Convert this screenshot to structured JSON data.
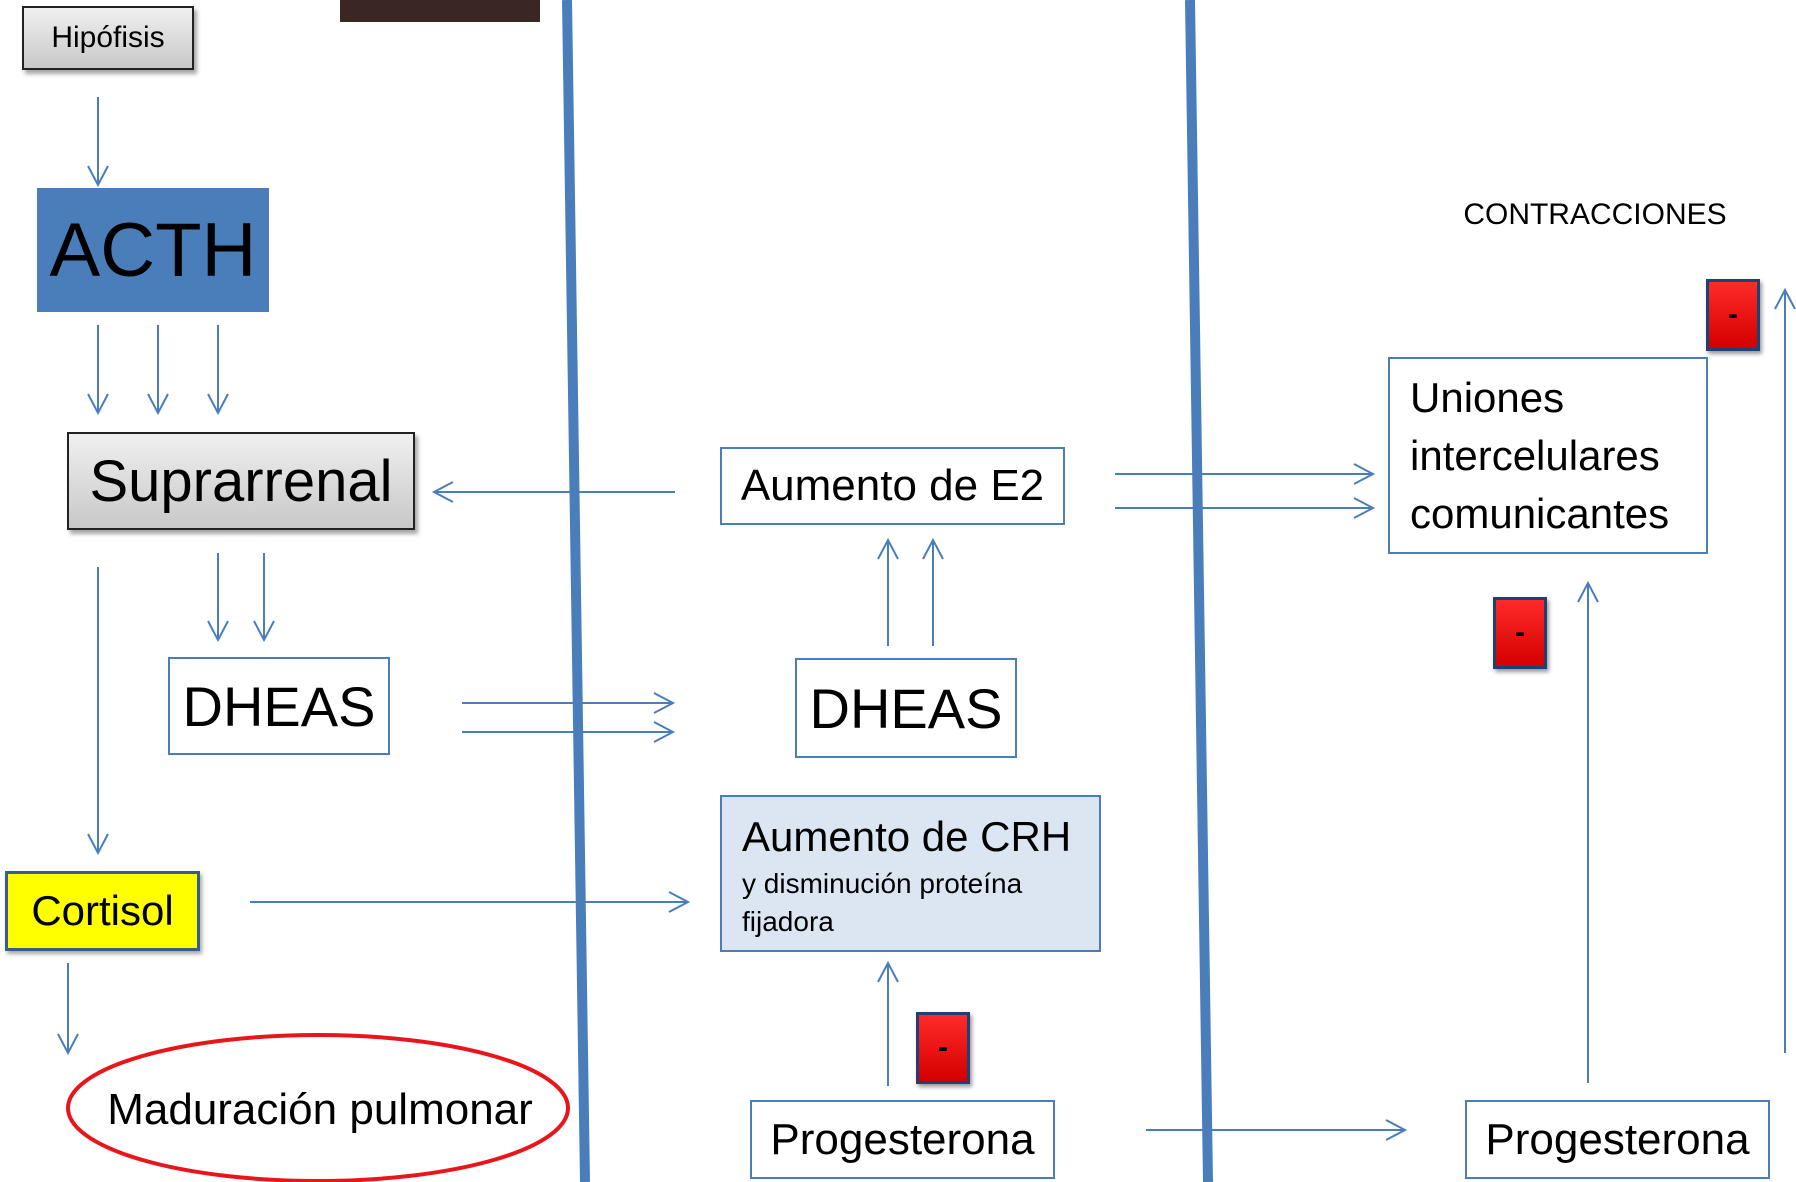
{
  "nodes": {
    "hipofisis": "Hipófisis",
    "acth": "ACTH",
    "suprarrenal": "Suprarrenal",
    "dheas_left": "DHEAS",
    "cortisol": "Cortisol",
    "maduracion": "Maduración pulmonar",
    "aumento_e2": "Aumento de E2",
    "dheas_mid": "DHEAS",
    "crh_title": "Aumento de CRH",
    "crh_sub": "y disminución proteína fijadora",
    "progesterona_mid": "Progesterona",
    "contracciones": "CONTRACCIONES",
    "uniones": "Uniones intercelulares comunicantes",
    "progesterona_right": "Progesterona"
  },
  "inhibitor_sign": "-",
  "colors": {
    "arrow": "#4a7ebb",
    "divider": "#4a7ebb",
    "acth_fill": "#4a7ebb",
    "cortisol_fill": "#ffff00",
    "inhibitor_fill": "#ff0000",
    "maduracion_ellipse": "#e8161b",
    "crh_fill": "#dce6f2"
  }
}
